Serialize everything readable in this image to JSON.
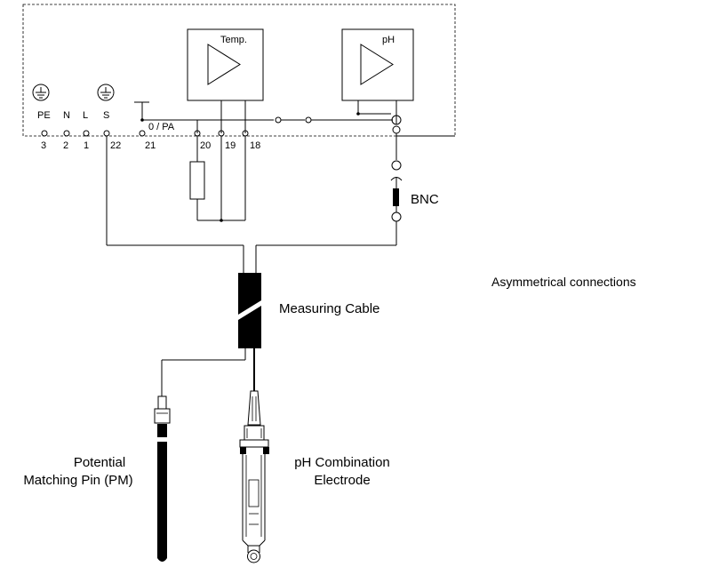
{
  "title": "Asymmetrical connections",
  "instrument": {
    "amplifier_temp_label": "Temp.",
    "amplifier_ph_label": "pH",
    "bus_label": "0 / PA"
  },
  "terminals": [
    {
      "letter": "PE",
      "number": "3"
    },
    {
      "letter": "N",
      "number": "2"
    },
    {
      "letter": "L",
      "number": "1"
    },
    {
      "letter": "S",
      "number": "22"
    },
    {
      "letter": "",
      "number": "21"
    },
    {
      "letter": "",
      "number": "20"
    },
    {
      "letter": "",
      "number": "19"
    },
    {
      "letter": "",
      "number": "18"
    }
  ],
  "labels": {
    "bnc": "BNC",
    "measuring_cable": "Measuring Cable",
    "pm_line1": "Potential",
    "pm_line2": "Matching Pin (PM)",
    "electrode_line1": "pH Combination",
    "electrode_line2": "Electrode"
  },
  "icons": {
    "ground": "ground-icon",
    "amplifier": "amplifier-triangle-icon",
    "resistor": "resistor-icon",
    "terminal": "terminal-circle-icon"
  }
}
